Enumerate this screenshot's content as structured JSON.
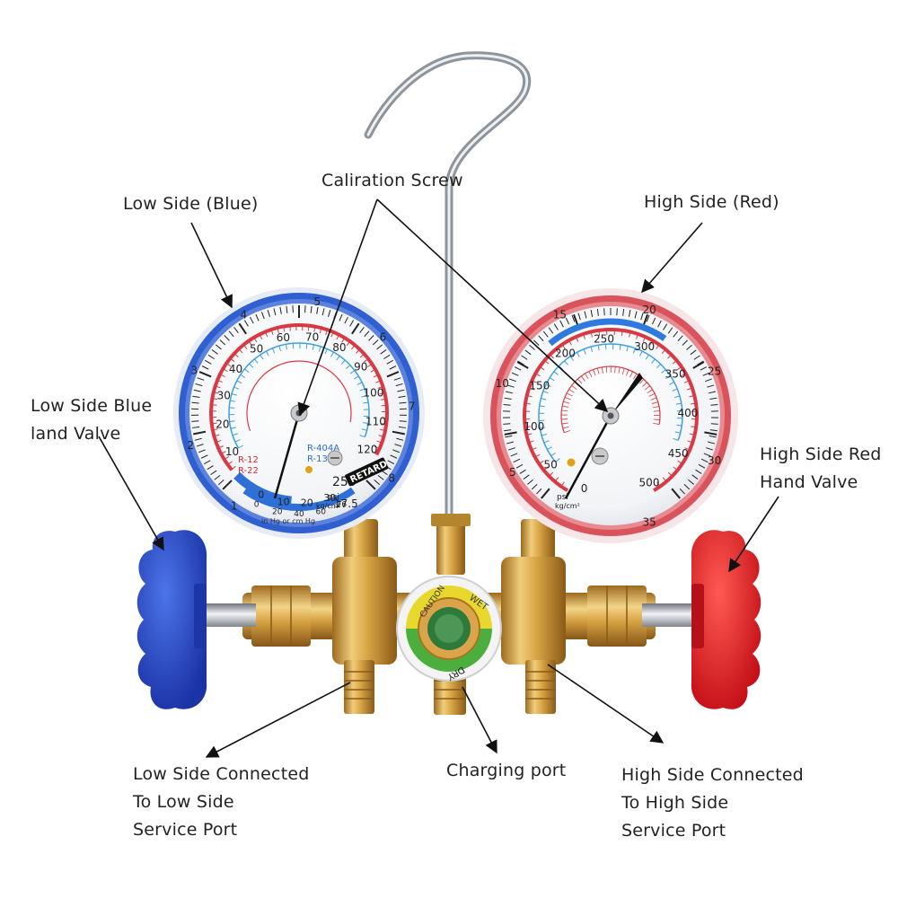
{
  "labels": {
    "calibration_screw": "Caliration Screw",
    "low_side": "Low Side (Blue)",
    "high_side": "High Side (Red)",
    "low_valve": [
      "Low Side Blue",
      "land Valve"
    ],
    "high_valve": [
      "High Side Red",
      "Hand Valve"
    ],
    "low_port": [
      "Low Side Connected",
      "To Low Side",
      "Service Port"
    ],
    "charging_port": "Charging port",
    "high_port": [
      "High Side Connected",
      "To High Side",
      "Service Port"
    ]
  },
  "low_gauge": {
    "kgcm_ticks": [
      "1",
      "2",
      "3",
      "4",
      "5",
      "6",
      "7",
      "8"
    ],
    "psi_ticks": [
      "10",
      "20",
      "30",
      "40",
      "50",
      "60",
      "70",
      "80",
      "90",
      "100",
      "110",
      "120"
    ],
    "vacuum_ticks": [
      "0",
      "10",
      "20",
      "30"
    ],
    "vacuum_cm": [
      "0",
      "20",
      "40",
      "60",
      "76"
    ],
    "refrigerants": [
      "R-12",
      "R-22",
      "R-404A",
      "R-134a"
    ],
    "top_value": "250",
    "bottom_value": "17.5",
    "unit_psi": "psi",
    "unit_kg": "kg/cm²",
    "vac_unit": "in Hg or cm Hg",
    "badge": "RETARD"
  },
  "high_gauge": {
    "psi_ticks": [
      "0",
      "50",
      "100",
      "150",
      "200",
      "250",
      "300",
      "350",
      "400",
      "450",
      "500"
    ],
    "kg_ticks": [
      "5",
      "10",
      "15",
      "20",
      "25",
      "30",
      "35"
    ],
    "unit_psi": "psi",
    "unit_kg": "kg/cm²"
  },
  "sight_glass": {
    "caution": "CAUTION",
    "wet": "WET",
    "dry": "DRY"
  },
  "colors": {
    "low_bezel": "#2f5fd0",
    "high_bezel": "#d9535c",
    "low_knob": "#2347c8",
    "high_knob": "#e8222a",
    "brass": "#d6a94a",
    "sight_green": "#4cae3c",
    "sight_yellow": "#e8d72c"
  }
}
